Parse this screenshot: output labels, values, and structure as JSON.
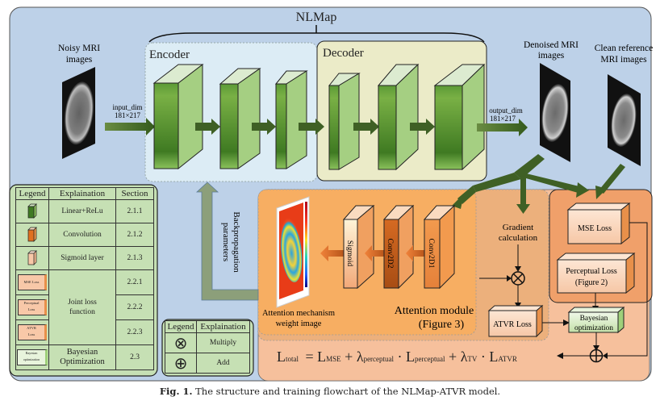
{
  "diagram": {
    "title": "NLMap",
    "encoder_label": "Encoder",
    "decoder_label": "Decoder",
    "noisy_label_1": "Noisy MRI",
    "noisy_label_2": "images",
    "input_dim_label": "input_dim",
    "input_dim_value": "181×217",
    "output_dim_label": "output_dim",
    "output_dim_value": "181×217",
    "denoised_label_1": "Denoised MRI",
    "denoised_label_2": "images",
    "clean_label_1": "Clean reference",
    "clean_label_2": "MRI images",
    "backprop_label_1": "Backpropagation",
    "backprop_label_2": "parameters",
    "attention_weight_label_1": "Attention mechanism",
    "attention_weight_label_2": "weight image",
    "attention_module_label_1": "Attention module",
    "attention_module_label_2": "(Figure 3)",
    "attention_layers": [
      "Sigmoid",
      "Conv2D2",
      "Conv2D1"
    ],
    "gradient_label_1": "Gradient",
    "gradient_label_2": "calculation",
    "atvr_loss": "ATVR Loss",
    "mse_loss": "MSE Loss",
    "perceptual_loss_1": "Perceptual Loss",
    "perceptual_loss_2": "(Figure 2)",
    "bayesian_1": "Bayesian",
    "bayesian_2": "optimization",
    "formula": {
      "lhs": "L",
      "lhs_sub": "total",
      "t1": "L",
      "t1_sub": "MSE",
      "lam1": "λ",
      "lam1_sub": "perceptual",
      "t2": "L",
      "t2_sub": "perceptual",
      "lam2": "λ",
      "lam2_sub": "TV",
      "t3": "L",
      "t3_sub": "ATVR"
    }
  },
  "legend_main": {
    "headers": [
      "Legend",
      "Explaination",
      "Section"
    ],
    "rows": [
      {
        "icon": "linear-relu-block-icon",
        "explanation": "Linear+ReLu",
        "section": "2.1.1"
      },
      {
        "icon": "convolution-block-icon",
        "explanation": "Convolution",
        "section": "2.1.2"
      },
      {
        "icon": "sigmoid-block-icon",
        "explanation": "Sigmoid layer",
        "section": "2.1.3"
      },
      {
        "icon": "mse-loss-block-icon",
        "icon_text": "MSE Loss",
        "explanation": "Joint loss function",
        "explanation_1": "Joint loss",
        "explanation_2": "function",
        "section": "2.2.1"
      },
      {
        "icon": "perceptual-loss-block-icon",
        "icon_text_1": "Perceptual",
        "icon_text_2": "Loss",
        "section": "2.2.2"
      },
      {
        "icon": "atvr-loss-block-icon",
        "icon_text_1": "ATVR",
        "icon_text_2": "Loss",
        "section": "2.2.3"
      },
      {
        "icon": "bayesian-block-icon",
        "icon_text_1": "Bayesian",
        "icon_text_2": "optimization",
        "explanation_1": "Bayesian",
        "explanation_2": "Optimization",
        "section": "2.3"
      }
    ]
  },
  "legend_ops": {
    "headers": [
      "Legend",
      "Explaination"
    ],
    "rows": [
      {
        "icon": "multiply-icon",
        "symbol": "⊗",
        "explanation": "Multiply"
      },
      {
        "icon": "add-icon",
        "symbol": "⊕",
        "explanation": "Add"
      }
    ]
  },
  "caption": {
    "prefix": "Fig. 1.",
    "text": " The structure and training flowchart of the NLMap-ATVR model."
  },
  "colors": {
    "outer_bg": "#bdd1e8",
    "encoder_bg": "#dcecf5",
    "decoder_bg": "#ebebc8",
    "green_arrow": "#3f6025",
    "orange_attention": "#f7ae62",
    "orange_gradient": "#ecb07c",
    "orange_loss": "#f0a06a",
    "salmon_bottom": "#f6c09c",
    "legend_green": "#c6e0b4"
  }
}
